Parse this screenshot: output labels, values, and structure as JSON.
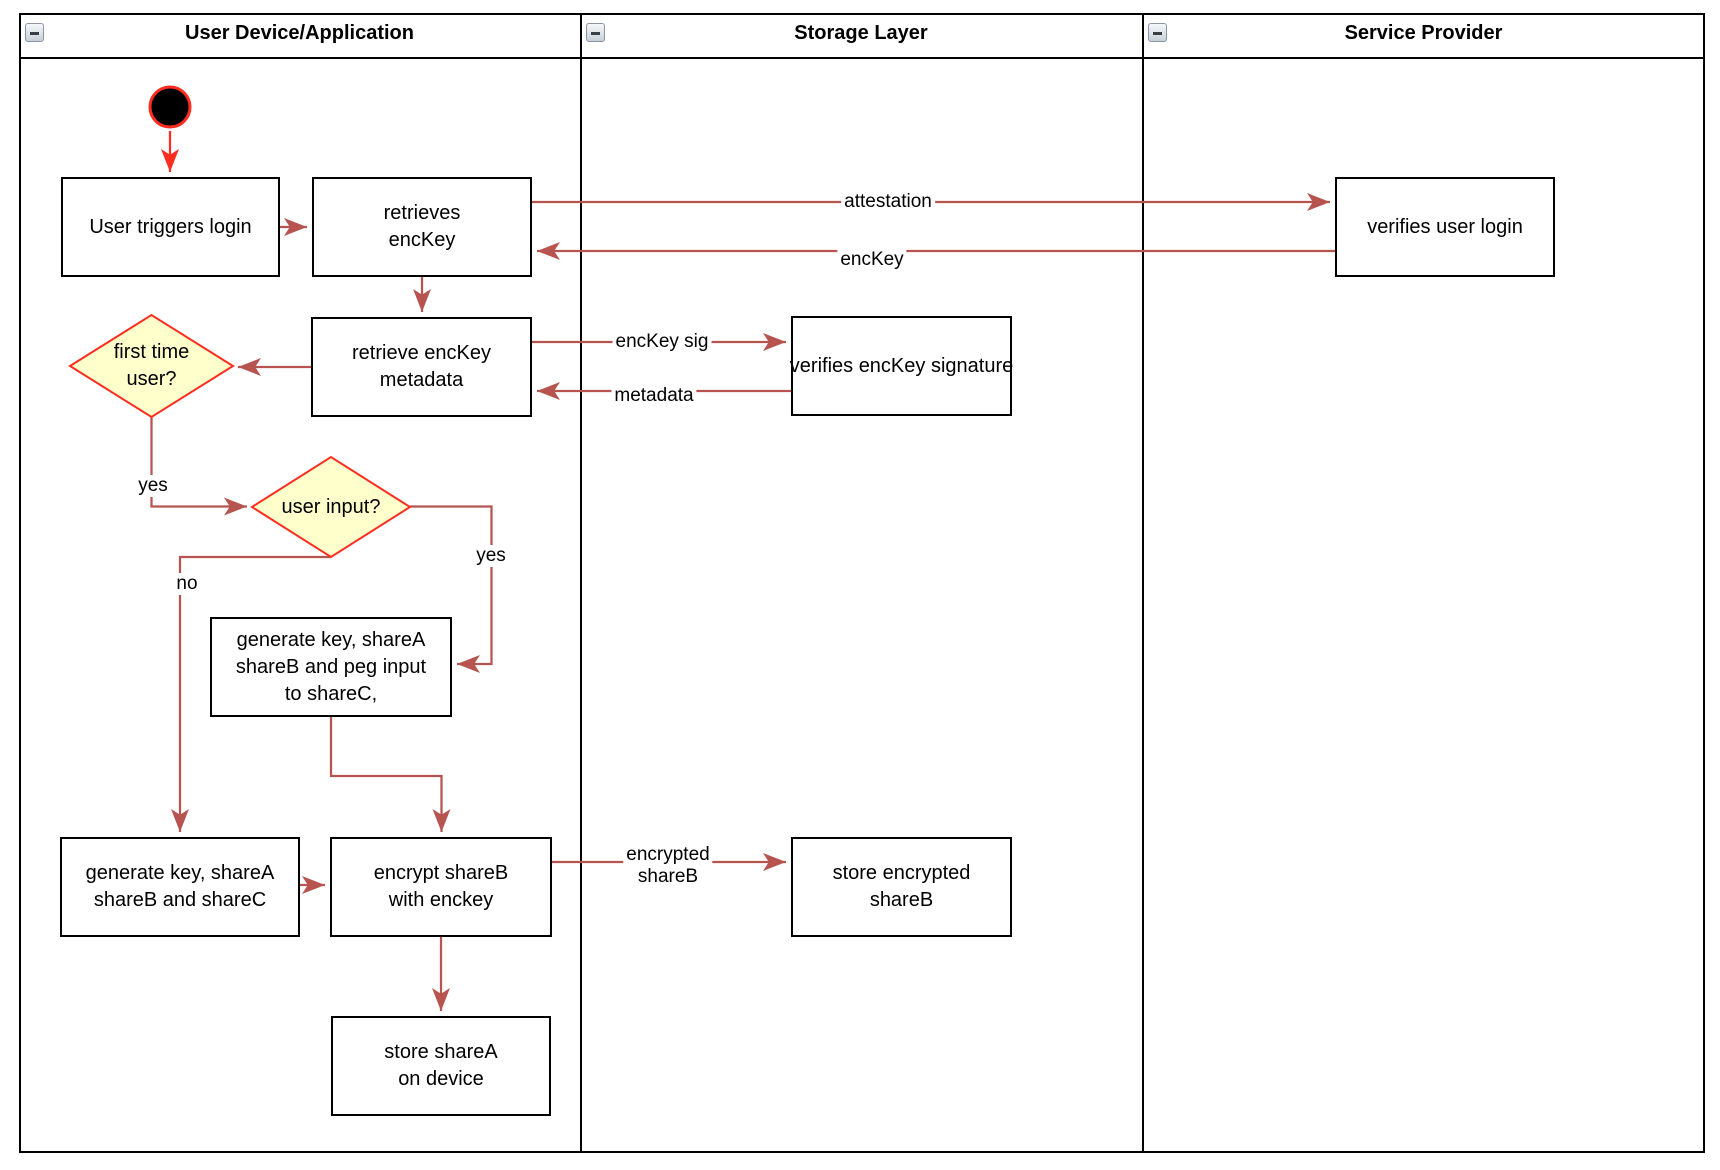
{
  "pool": {
    "lanes": [
      {
        "title": "User Device/Application"
      },
      {
        "title": "Storage Layer"
      },
      {
        "title": "Service Provider"
      }
    ]
  },
  "nodes": {
    "user_triggers_login": {
      "lines": [
        "User triggers login"
      ]
    },
    "retrieves_enckey": {
      "lines": [
        "retrieves",
        "encKey"
      ]
    },
    "retrieve_enckey_metadata": {
      "lines": [
        "retrieve encKey",
        "metadata"
      ]
    },
    "first_time_user": {
      "lines": [
        "first time",
        "user?"
      ]
    },
    "user_input": {
      "lines": [
        "user input?"
      ]
    },
    "generate_key_peg": {
      "lines": [
        "generate key, shareA",
        "shareB and peg input",
        "to shareC,"
      ]
    },
    "generate_key_abc": {
      "lines": [
        "generate key, shareA",
        "shareB and shareC"
      ]
    },
    "encrypt_shareb": {
      "lines": [
        "encrypt shareB",
        "with enckey"
      ]
    },
    "store_sharea": {
      "lines": [
        "store shareA",
        "on device"
      ]
    },
    "verifies_enckey_signature": {
      "lines": [
        "verifies encKey signature"
      ]
    },
    "verifies_user_login": {
      "lines": [
        "verifies user login"
      ]
    },
    "store_encrypted_shareb": {
      "lines": [
        "store encrypted",
        "shareB"
      ]
    }
  },
  "edge_labels": {
    "attestation": "attestation",
    "enckey": "encKey",
    "enckey_sig": "encKey sig",
    "metadata": "metadata",
    "encrypted_shareb": [
      "encrypted",
      "shareB"
    ],
    "first_time_yes": "yes",
    "user_input_no": "no",
    "user_input_yes": "yes"
  },
  "colors": {
    "edge_arrow": "#B85450",
    "accent_red": "#FF2D20",
    "decision_fill": "#FFFFCC",
    "node_border": "#000000",
    "node_fill": "#FFFFFF"
  }
}
